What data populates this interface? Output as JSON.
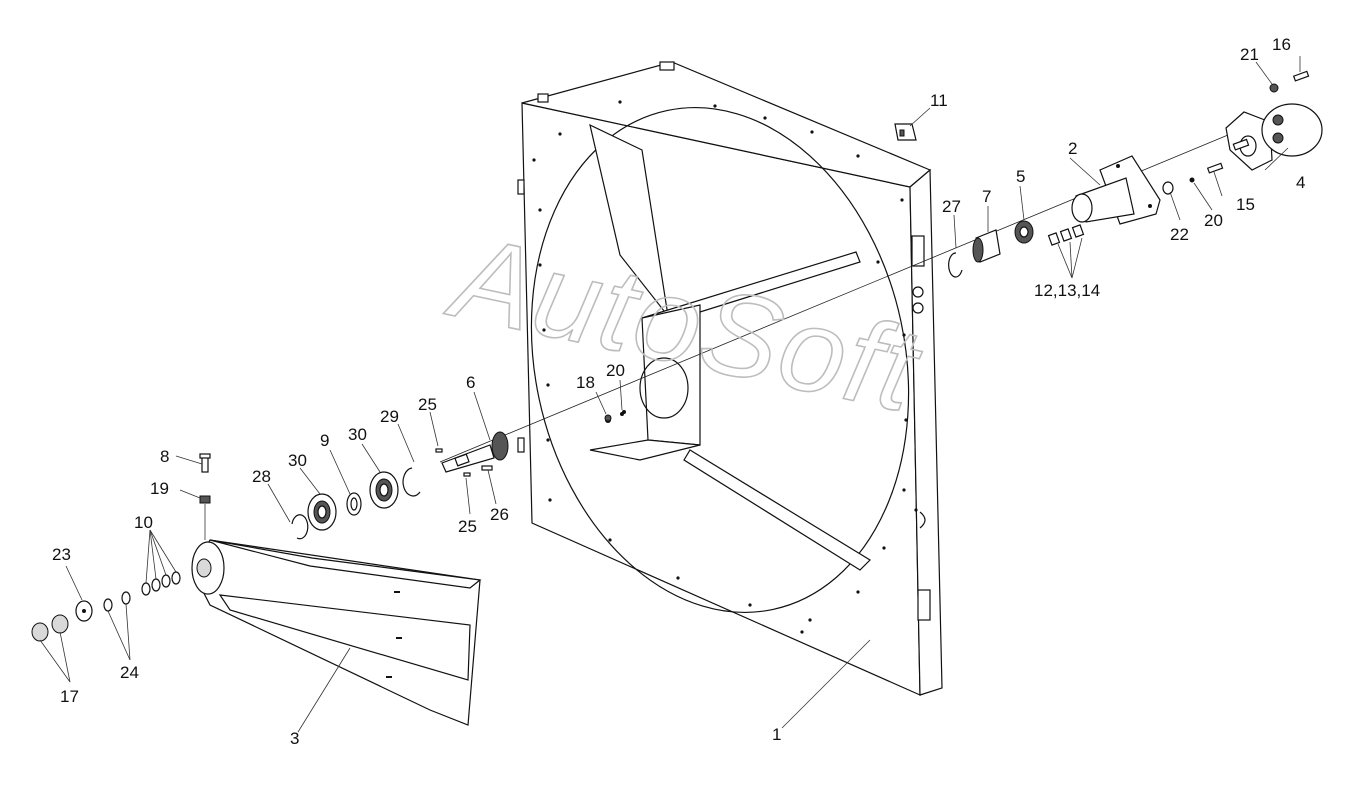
{
  "watermark": "AutoSoft",
  "labels": {
    "l1": "1",
    "l2": "2",
    "l3": "3",
    "l4": "4",
    "l5": "5",
    "l6": "6",
    "l7": "7",
    "l8": "8",
    "l9": "9",
    "l10": "10",
    "l11": "11",
    "l12_14": "12,13,14",
    "l15": "15",
    "l16": "16",
    "l17": "17",
    "l18": "18",
    "l19": "19",
    "l20a": "20",
    "l20b": "20",
    "l21": "21",
    "l22": "22",
    "l23": "23",
    "l24": "24",
    "l25a": "25",
    "l25b": "25",
    "l26": "26",
    "l27": "27",
    "l28": "28",
    "l29": "29",
    "l30a": "30",
    "l30b": "30"
  }
}
